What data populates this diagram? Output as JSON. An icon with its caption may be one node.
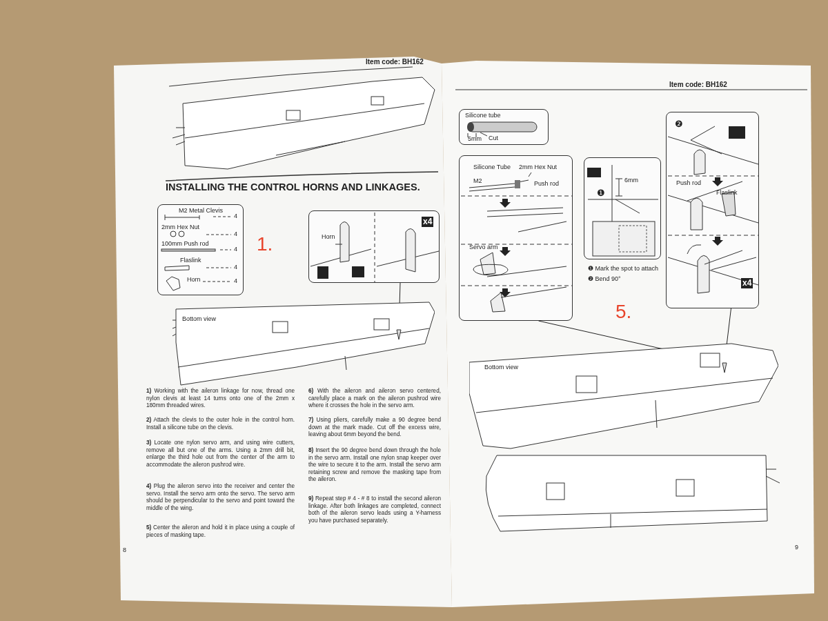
{
  "diagram": {
    "nodes": [
      {
        "text": [
          "M2 Metal Clevis",
          "4",
          "2mm Hex Nut",
          "4",
          "100mm Push rod",
          "4",
          "Flaslink",
          "4",
          "Horn",
          "4"
        ]
      },
      {
        "text": [
          "Horn",
          "x4"
        ]
      },
      {
        "text": [
          "Bottom view"
        ]
      },
      {
        "text": [
          "Silicone tube",
          "5mm",
          "Cut"
        ]
      },
      {
        "text": [
          "Silicone Tube",
          "2mm Hex Nut",
          "M2",
          "Push rod",
          "Servo arm"
        ]
      },
      {
        "text": [
          "❶",
          "6mm"
        ]
      },
      {
        "text": [
          "❷",
          "Push rod",
          "Flaslink",
          "x4"
        ]
      },
      {
        "text": [
          "Bottom view"
        ]
      }
    ],
    "edges": [
      {
        "from": 1,
        "to": 2,
        "arrow": "none"
      },
      {
        "from": 4,
        "to": 7,
        "arrow": "none"
      },
      {
        "from": 6,
        "to": 7,
        "arrow": "none"
      }
    ],
    "labels": [
      "Item code: BH162",
      "INSTALLING THE CONTROL HORNS AND LINKAGES.",
      "1.",
      "**1)** Working with the aileron linkage for now, thread one nylon clevis at least 14 turns onto one of the 2mm x 180mm threaded wires.",
      "**2)** Attach the clevis to the outer hole in the control horn. Install a silicone tube on the clevis.",
      "**3)** Locate one nylon servo arm, and using wire cutters, remove all but one of the arms. Using a 2mm drill bit, enlarge the third hole out from the center of the arm to accommodate the aileron pushrod wire.",
      "**4)** Plug the aileron servo into the receiver and center the servo. Install the servo arm onto the servo. The servo arm should be perpendicular to the servo and point toward the middle of the wing.",
      "**5)** Center the aileron and hold it in place using a couple of pieces of masking tape.",
      "**6)** With the aileron and aileron servo centered, carefully place a mark on the aileron pushrod wire where it crosses the hole in the servo arm.",
      "**7)** Using pliers, carefully make a 90 degree bend down at the mark made. Cut off the excess wire, leaving about 6mm beyond the bend.",
      "**8)** Insert the 90 degree bend down through the hole in the servo arm. Install one nylon snap keeper over the wire to secure it to the arm. Install the servo arm retaining screw and remove the masking tape from the aileron.",
      "**9)** Repeat step # 4 - # 8 to install the second aileron linkage. After both linkages are completed, connect both of the aileron servo leads using a Y-harness you have purchased separately.",
      "8",
      "Item code: BH162",
      "❶ Mark the spot to attach",
      "❷ Bend 90°",
      "5.",
      "9"
    ]
  }
}
